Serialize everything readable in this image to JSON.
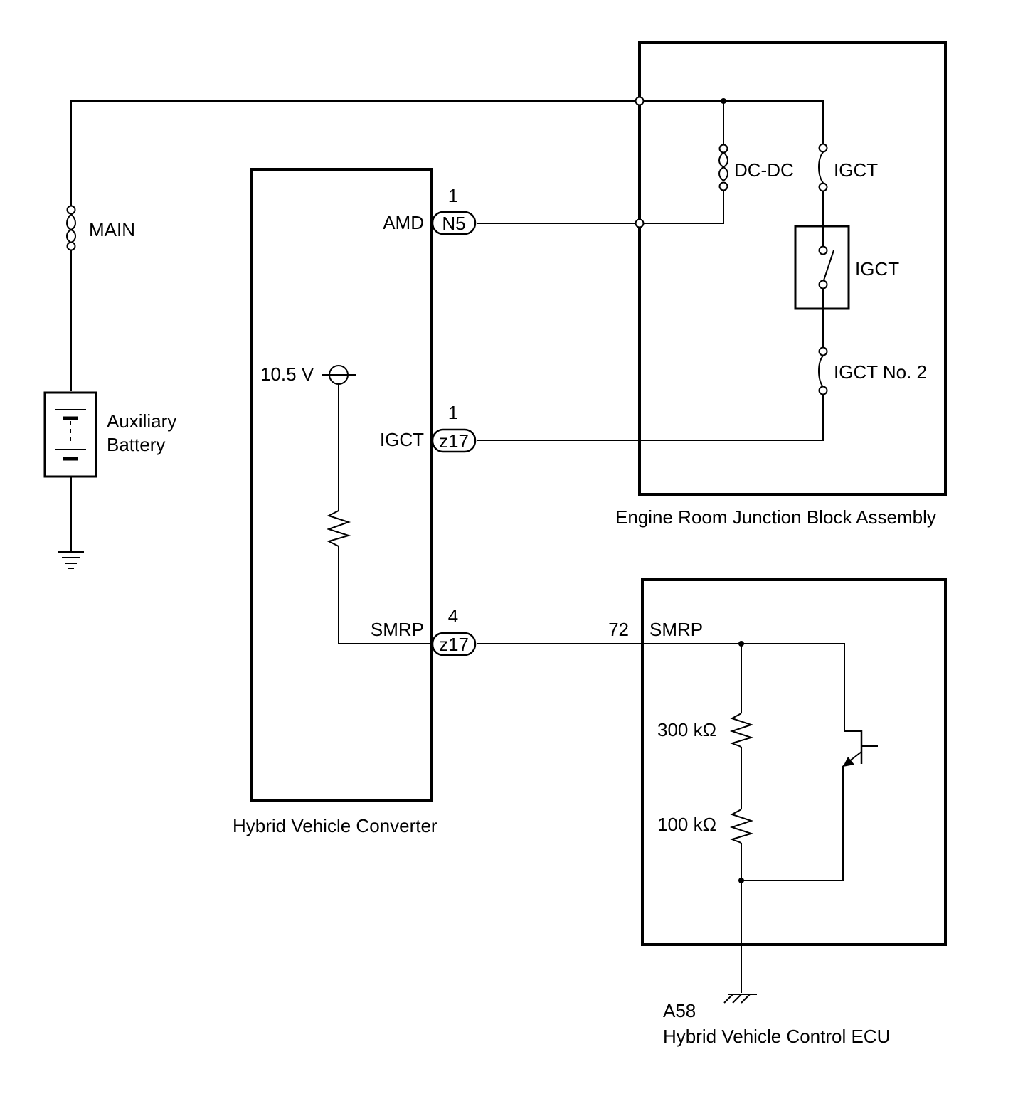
{
  "components": {
    "engine_room_jb": "Engine Room Junction Block Assembly",
    "hv_converter": "Hybrid Vehicle Converter",
    "hv_ecu_code": "A58",
    "hv_ecu": "Hybrid Vehicle Control ECU",
    "aux_battery_line1": "Auxiliary",
    "aux_battery_line2": "Battery"
  },
  "fuses": {
    "main": "MAIN",
    "dcdc": "DC-DC",
    "igct": "IGCT",
    "igct_no2": "IGCT No. 2"
  },
  "relay": {
    "igct": "IGCT"
  },
  "converter": {
    "amd_label": "AMD",
    "amd_connector": "N5",
    "amd_pin": "1",
    "igct_label": "IGCT",
    "igct_connector": "z17",
    "igct_pin": "1",
    "smrp_label": "SMRP",
    "smrp_connector": "z17",
    "smrp_pin": "4",
    "voltage": "10.5 V"
  },
  "ecu": {
    "smrp_label": "SMRP",
    "smrp_pin": "72",
    "r1": "300 kΩ",
    "r2": "100 kΩ"
  }
}
